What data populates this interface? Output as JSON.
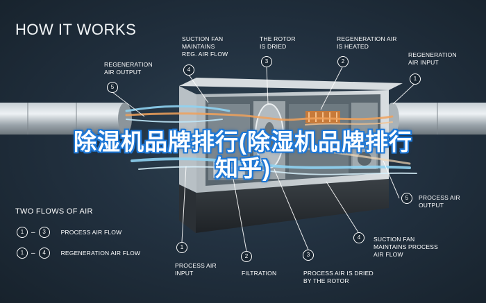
{
  "heading": "HOW IT WORKS",
  "overlay_title": "除湿机品牌排行(除湿机品牌排行知乎)",
  "top_labels": [
    {
      "num": "5",
      "text": "REGENERATION\nAIR OUTPUT"
    },
    {
      "num": "4",
      "text": "SUCTION FAN\nMAINTAINS\nREG. AIR FLOW"
    },
    {
      "num": "3",
      "text": "THE ROTOR\nIS DRIED"
    },
    {
      "num": "2",
      "text": "REGENERATION AIR\nIS HEATED"
    },
    {
      "num": "1",
      "text": "REGENERATION\nAIR INPUT"
    }
  ],
  "side_label": {
    "num": "5",
    "text": "PROCESS AIR\nOUTPUT"
  },
  "right_label": {
    "num": "4",
    "text": "SUCTION FAN\nMAINTAINS PROCESS\nAIR FLOW"
  },
  "bottom_labels": [
    {
      "num": "1",
      "text": "PROCESS AIR\nINPUT"
    },
    {
      "num": "2",
      "text": "FILTRATION"
    },
    {
      "num": "3",
      "text": "PROCESS AIR IS DRIED\nBY THE ROTOR"
    }
  ],
  "legend": {
    "title": "TWO FLOWS OF AIR",
    "rows": [
      {
        "from": "1",
        "to": "3",
        "text": "PROCESS AIR FLOW"
      },
      {
        "from": "1",
        "to": "4",
        "text": "REGENERATION AIR FLOW"
      }
    ]
  },
  "colors": {
    "accent_blue": "#1e78d6",
    "hot_air": "#f0a15a",
    "cool_air": "#8fd3f2"
  }
}
